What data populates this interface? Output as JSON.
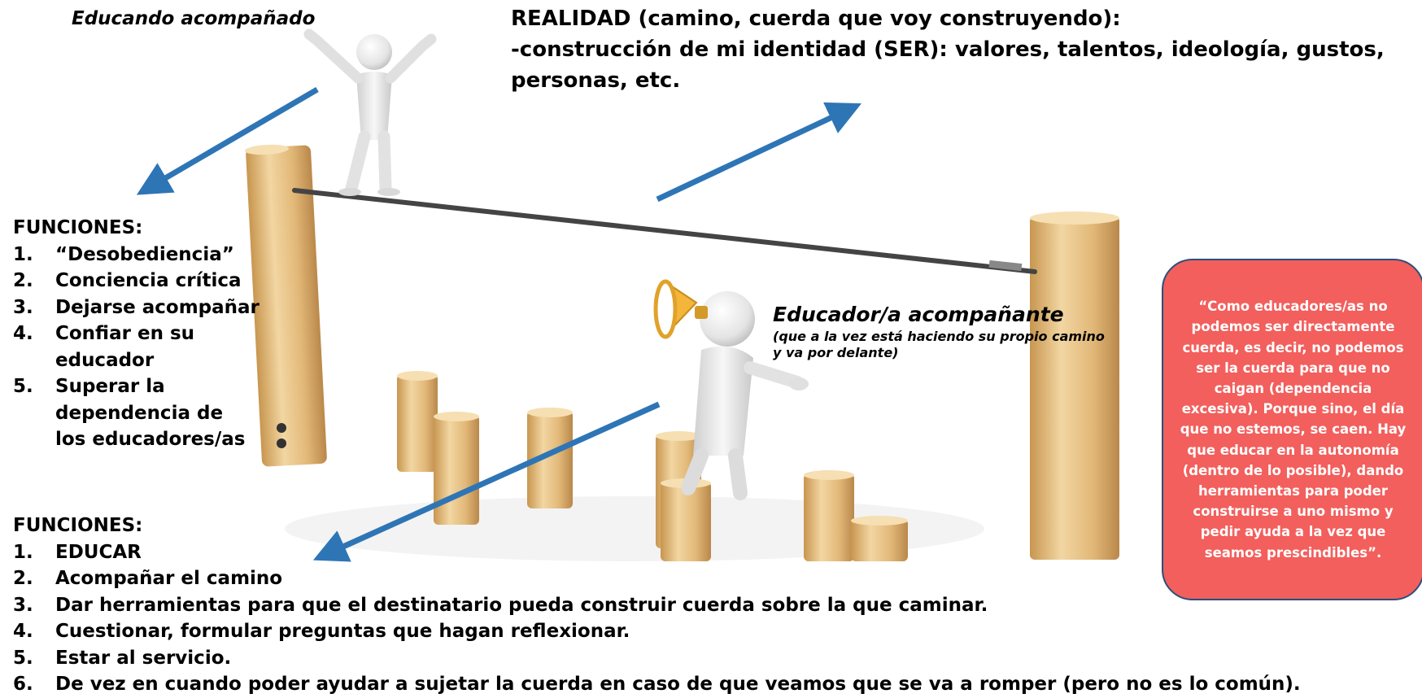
{
  "labels": {
    "educando": "Educando acompañado",
    "educador_title": "Educador/a acompañante",
    "educador_sub": "(que a la vez está haciendo su propio camino y va por delante)"
  },
  "realidad": {
    "line1": "REALIDAD (camino, cuerda que voy construyendo):",
    "line2": "-construcción de mi identidad (SER): valores, talentos, ideología, gustos,",
    "line3": "personas, etc."
  },
  "funciones_educando": {
    "title": "FUNCIONES:",
    "items": [
      {
        "num": "1.",
        "text": "“Desobediencia”"
      },
      {
        "num": "2.",
        "text": "Conciencia crítica"
      },
      {
        "num": "3.",
        "text": "Dejarse acompañar"
      },
      {
        "num": "4.",
        "text": "Confiar en su educador"
      },
      {
        "num": "5.",
        "text": "Superar la dependencia de los educadores/as"
      }
    ]
  },
  "funciones_educador": {
    "title": "FUNCIONES:",
    "items": [
      {
        "num": "1.",
        "text": "EDUCAR"
      },
      {
        "num": "2.",
        "text": "Acompañar el camino"
      },
      {
        "num": "3.",
        "text": "Dar herramientas para que el destinatario pueda construir cuerda sobre la que caminar."
      },
      {
        "num": "4.",
        "text": "Cuestionar, formular preguntas que hagan reflexionar."
      },
      {
        "num": "5.",
        "text": "Estar al servicio."
      },
      {
        "num": "6.",
        "text": "De vez en cuando poder ayudar a sujetar la cuerda en caso de que veamos que se va a romper (pero no es lo común)."
      }
    ]
  },
  "callout": {
    "text": "“Como educadores/as no podemos ser directamente cuerda, es decir, no podemos ser la cuerda para que no caigan (dependencia excesiva). Porque sino, el día que no estemos, se caen. Hay que educar en la autonomía (dentro de lo posible), dando herramientas para poder construirse a uno mismo y pedir ayuda a la vez que seamos prescindibles”."
  },
  "colors": {
    "arrow": "#2e75b6",
    "callout_fill": "#f25f5c",
    "callout_border": "#2b4f7c",
    "wood_light": "#f0d39a",
    "wood_dark": "#c89a55",
    "figure": "#e8e8e8",
    "rope": "#444444"
  }
}
